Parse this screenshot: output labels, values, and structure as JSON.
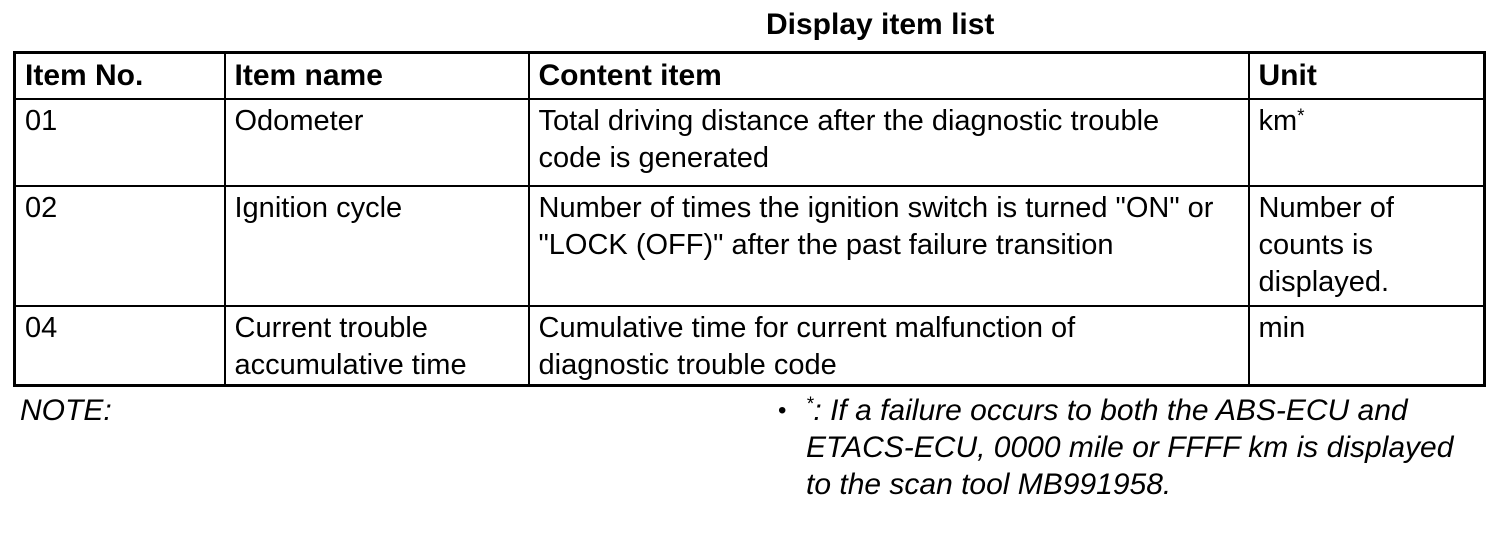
{
  "colors": {
    "text": "#000000",
    "background": "#ffffff"
  },
  "title": "Display item list",
  "table": {
    "headers": [
      "Item No.",
      "Item name",
      "Content item",
      "Unit"
    ],
    "rows": [
      {
        "item_no": "01",
        "item_name": "Odometer",
        "content": "Total driving distance after the diagnostic trouble code is generated",
        "content_lines": [
          "Total driving distance after the diagnostic trouble",
          "code is generated"
        ],
        "unit": "km",
        "unit_sup": "*"
      },
      {
        "item_no": "02",
        "item_name": "Ignition cycle",
        "content": "Number of times the ignition switch is turned \"ON\" or \"LOCK (OFF)\" after the past failure transition",
        "content_lines": [
          "Number of times the ignition switch is turned \"ON\" or",
          "\"LOCK (OFF)\" after the past failure transition"
        ],
        "unit": "Number of counts is displayed.",
        "unit_sup": ""
      },
      {
        "item_no": "04",
        "item_name": "Current trouble accumulative time",
        "content": "Cumulative time for current malfunction of diagnostic trouble code",
        "content_lines": [
          "Cumulative time for current malfunction of",
          "diagnostic trouble code"
        ],
        "unit": "min",
        "unit_sup": ""
      }
    ]
  },
  "note": {
    "label": "NOTE:",
    "bullet": "•",
    "sup": "*",
    "full_text": "*: If a failure occurs to both the ABS-ECU and ETACS-ECU, 0000 mile or FFFF km is displayed to the scan tool MB991958.",
    "lines": [
      ": If a failure occurs to both the ABS-ECU and",
      "ETACS-ECU, 0000 mile or FFFF km is displayed",
      "to the scan tool MB991958."
    ]
  }
}
